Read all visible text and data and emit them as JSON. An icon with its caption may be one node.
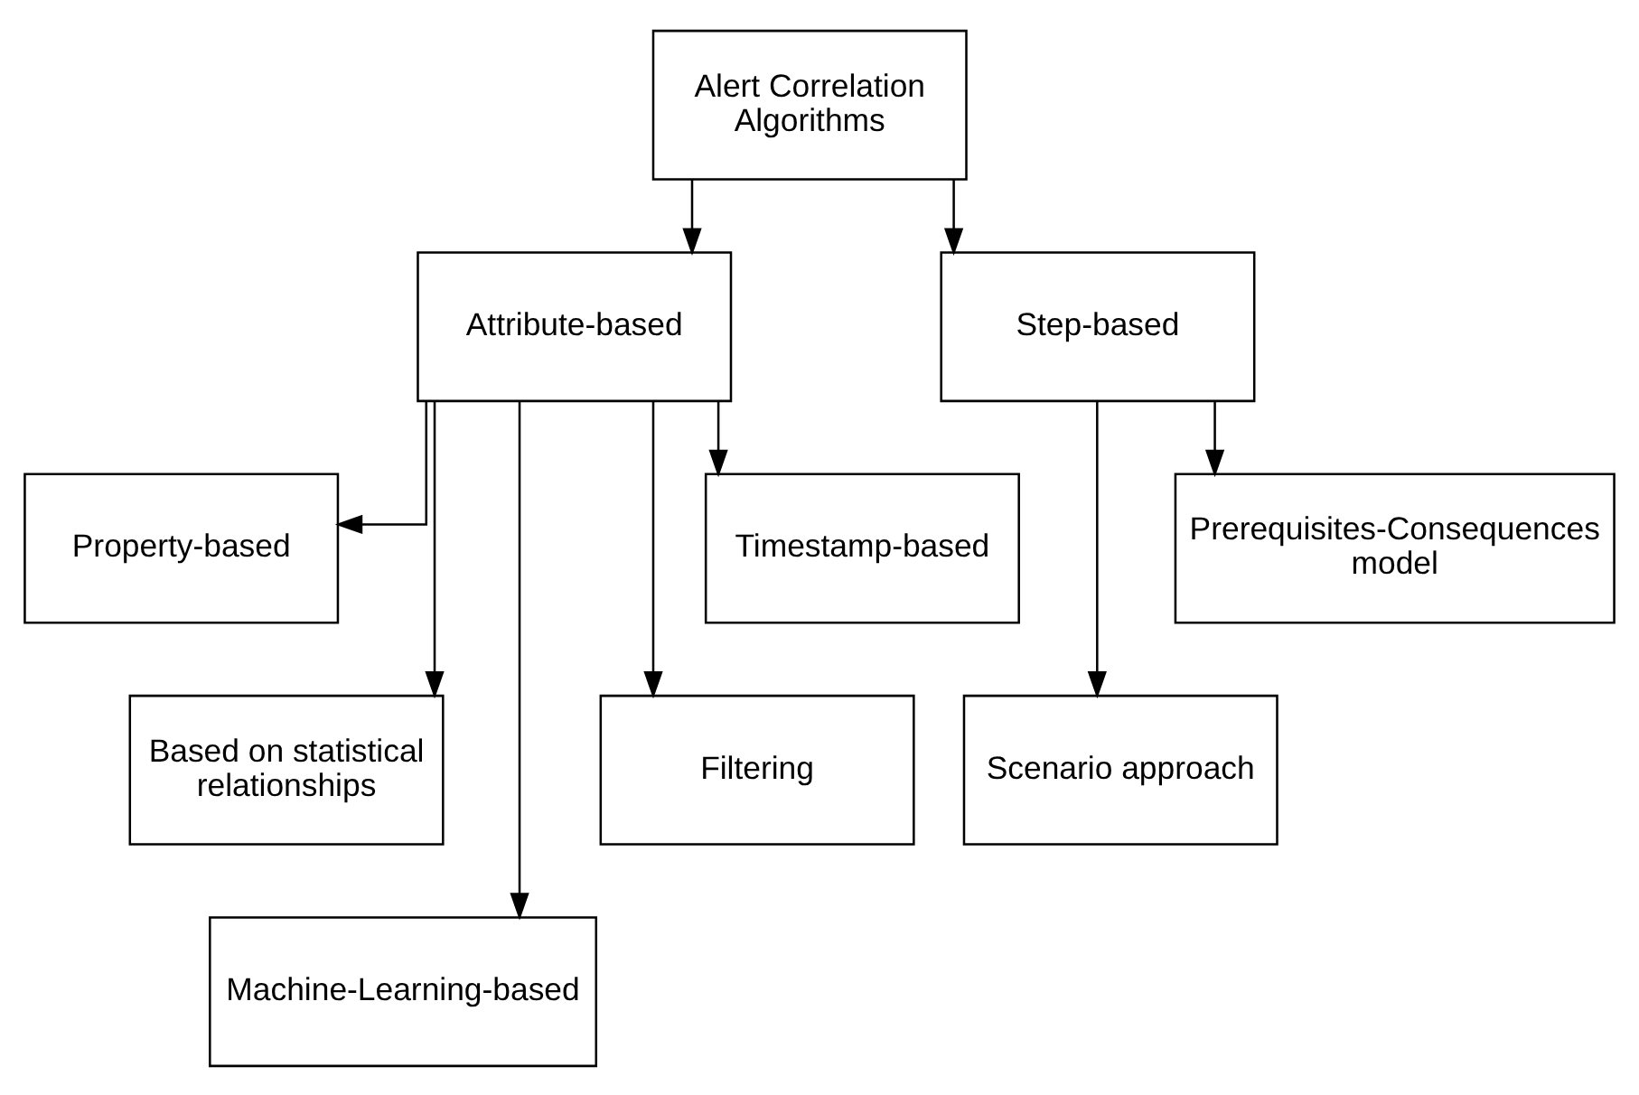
{
  "diagram": {
    "nodes": [
      {
        "text": [
          "Alert Correlation Algorithms"
        ]
      },
      {
        "text": [
          "Attribute-based"
        ]
      },
      {
        "text": [
          "Step-based"
        ]
      },
      {
        "text": [
          "Property-based"
        ]
      },
      {
        "text": [
          "Timestamp-based"
        ]
      },
      {
        "text": [
          "Based on statistical relationships"
        ]
      },
      {
        "text": [
          "Filtering"
        ]
      },
      {
        "text": [
          "Machine-Learning-based"
        ]
      },
      {
        "text": [
          "Prerequisites-Consequences model"
        ]
      },
      {
        "text": [
          "Scenario approach"
        ]
      }
    ],
    "edges": [
      {
        "from": 0,
        "to": 1,
        "arrow": "to"
      },
      {
        "from": 0,
        "to": 2,
        "arrow": "to"
      },
      {
        "from": 1,
        "to": 3,
        "arrow": "to"
      },
      {
        "from": 1,
        "to": 4,
        "arrow": "to"
      },
      {
        "from": 1,
        "to": 5,
        "arrow": "to"
      },
      {
        "from": 1,
        "to": 6,
        "arrow": "to"
      },
      {
        "from": 1,
        "to": 7,
        "arrow": "to"
      },
      {
        "from": 2,
        "to": 8,
        "arrow": "to"
      },
      {
        "from": 2,
        "to": 9,
        "arrow": "to"
      }
    ]
  }
}
